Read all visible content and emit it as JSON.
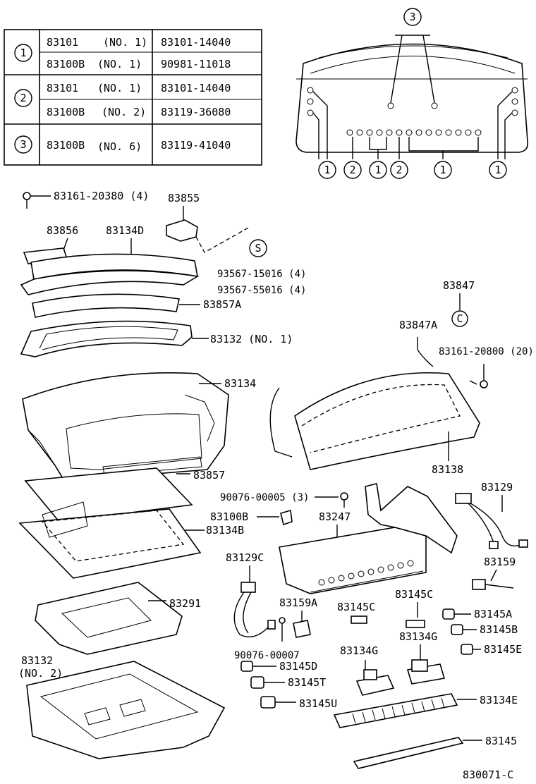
{
  "bulb_table": {
    "rows": [
      {
        "group": "1",
        "part": "83101",
        "spec": "(NO. 1)",
        "number": "83101-14040"
      },
      {
        "group": "1",
        "part": "83100B",
        "spec": "(NO. 1)",
        "number": "90981-11018"
      },
      {
        "group": "2",
        "part": "83101",
        "spec": "(NO. 1)",
        "number": "83101-14040"
      },
      {
        "group": "2",
        "part": "83100B",
        "spec": "(NO. 2)",
        "number": "83119-36080"
      },
      {
        "group": "3",
        "part": "83100B",
        "spec": "(NO. 6)",
        "number": "83119-41040"
      }
    ]
  },
  "group_markers": {
    "top": "3",
    "bottom": [
      "1",
      "2",
      "1",
      "2",
      "1",
      "1"
    ],
    "s_symbol": "S",
    "c_symbol": "C"
  },
  "labels": {
    "l83161_20380": "83161-20380 (4)",
    "l83855": "83855",
    "l83856": "83856",
    "l83134D": "83134D",
    "l93567_15016": "93567-15016 (4)",
    "l93567_55016": "93567-55016 (4)",
    "l83857A": "83857A",
    "l83132_1": "83132 (NO. 1)",
    "l83134": "83134",
    "l83857": "83857",
    "l83134B": "83134B",
    "l83291": "83291",
    "l83132_2a": "83132",
    "l83132_2b": "(NO. 2)",
    "l83847": "83847",
    "l83847A": "83847A",
    "l83161_20800": "83161-20800 (20)",
    "l83138": "83138",
    "l90076_00005": "90076-00005 (3)",
    "l83100B": "83100B",
    "l83247": "83247",
    "l83129": "83129",
    "l83159": "83159",
    "l83129C": "83129C",
    "l83159A": "83159A",
    "l83145C_1": "83145C",
    "l83145C_2": "83145C",
    "l83145A": "83145A",
    "l83145B": "83145B",
    "l83145E": "83145E",
    "l90076_00007": "90076-00007",
    "l83134G_1": "83134G",
    "l83134G_2": "83134G",
    "l83145D": "83145D",
    "l83145T": "83145T",
    "l83145U": "83145U",
    "l83134E": "83134E",
    "l83145": "83145",
    "code": "830071-C"
  }
}
